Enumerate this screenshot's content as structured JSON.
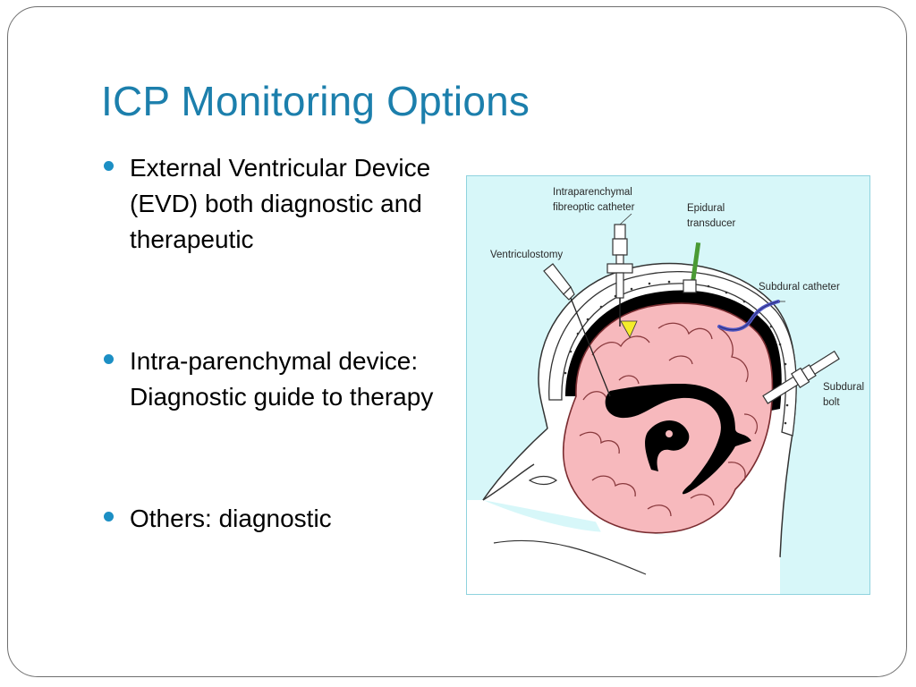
{
  "slide": {
    "title": "ICP Monitoring Options",
    "bullets": [
      {
        "text": "External Ventricular Device (EVD) both diagnostic and therapeutic"
      },
      {
        "text": "Intra-parenchymal device: Diagnostic guide to therapy"
      },
      {
        "text": "Others: diagnostic"
      }
    ]
  },
  "figure": {
    "labels": {
      "intraparenchymal": "Intraparenchymal\nfibreoptic catheter",
      "epidural": "Epidural\ntransducer",
      "ventriculostomy": "Ventriculostomy",
      "subdural_catheter": "Subdural catheter",
      "subdural_bolt": "Subdural\nbolt"
    },
    "colors": {
      "background": "#d7f7f9",
      "brain": "#f7b9bd",
      "ventricles": "#000000",
      "epidural_tube": "#4a9a34",
      "subdural_catheter": "#4f56c4",
      "wedge": "#f4ec2a",
      "title": "#1c7fac",
      "bullet": "#1c8fc4"
    }
  }
}
